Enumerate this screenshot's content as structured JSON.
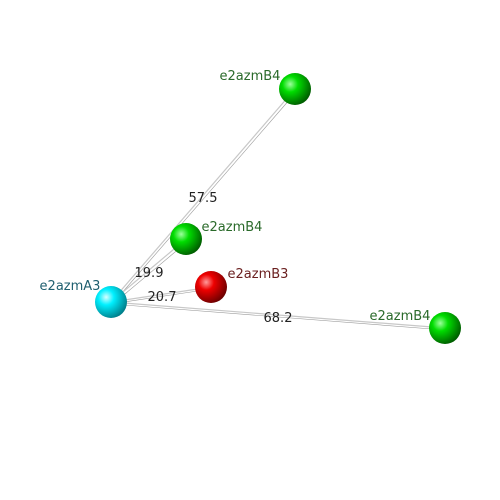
{
  "nodes": [
    {
      "id": "a3",
      "label": "e2azmA3",
      "color": "#00e0ee",
      "label_color": "#1f5f6f"
    },
    {
      "id": "b4_top",
      "label": "e2azmB4",
      "color": "#00cc00",
      "label_color": "#2a6a2a"
    },
    {
      "id": "b4_mid",
      "label": "e2azmB4",
      "color": "#00cc00",
      "label_color": "#2a6a2a"
    },
    {
      "id": "b3",
      "label": "e2azmB3",
      "color": "#e00000",
      "label_color": "#6a1f1f"
    },
    {
      "id": "b4_right",
      "label": "e2azmB4",
      "color": "#00cc00",
      "label_color": "#2a6a2a"
    }
  ],
  "edges": [
    {
      "from": "a3",
      "to": "b4_top",
      "distance": "57.5"
    },
    {
      "from": "a3",
      "to": "b4_mid",
      "distance": "19.9"
    },
    {
      "from": "a3",
      "to": "b3",
      "distance": "20.7"
    },
    {
      "from": "a3",
      "to": "b4_right",
      "distance": "68.2"
    }
  ]
}
